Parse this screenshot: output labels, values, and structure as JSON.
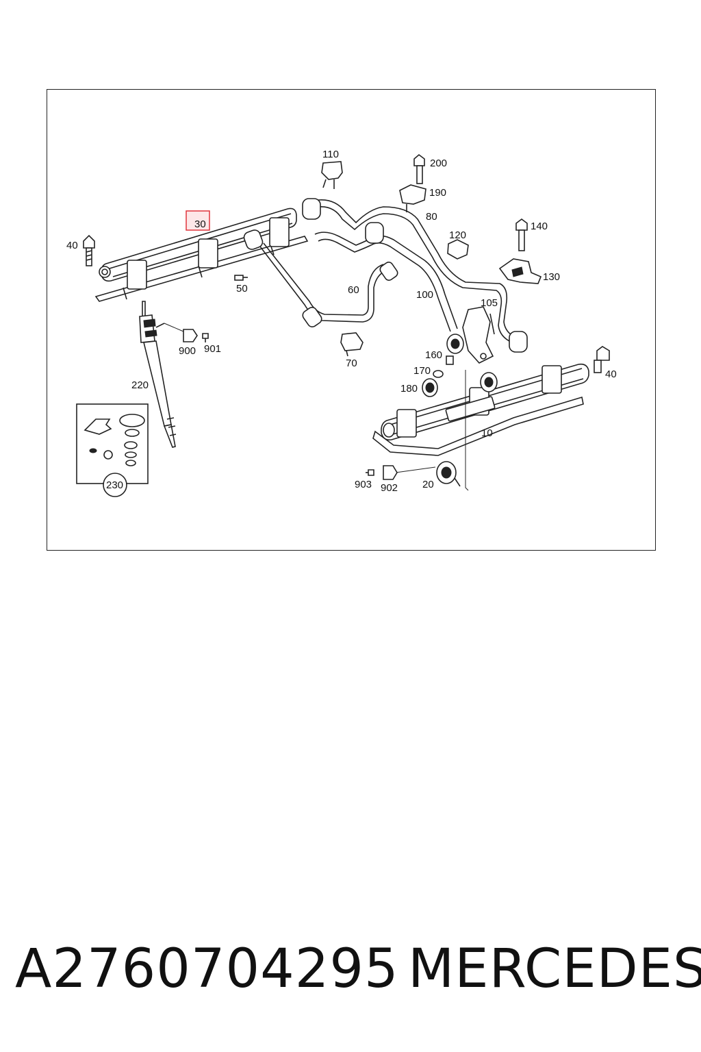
{
  "diagram": {
    "highlight_color": "#e0343c",
    "highlighted_label": "30",
    "labels": {
      "l10": "10",
      "l20": "20",
      "l30": "30",
      "l40a": "40",
      "l40b": "40",
      "l50": "50",
      "l60": "60",
      "l70": "70",
      "l80": "80",
      "l100": "100",
      "l105": "105",
      "l110": "110",
      "l120": "120",
      "l130": "130",
      "l140": "140",
      "l160": "160",
      "l170": "170",
      "l180": "180",
      "l190": "190",
      "l200": "200",
      "l220": "220",
      "l230": "230",
      "l900": "900",
      "l901": "901",
      "l902": "902",
      "l903": "903"
    }
  },
  "footer": {
    "part_number": "A2760704295",
    "brand": "MERCEDES"
  }
}
